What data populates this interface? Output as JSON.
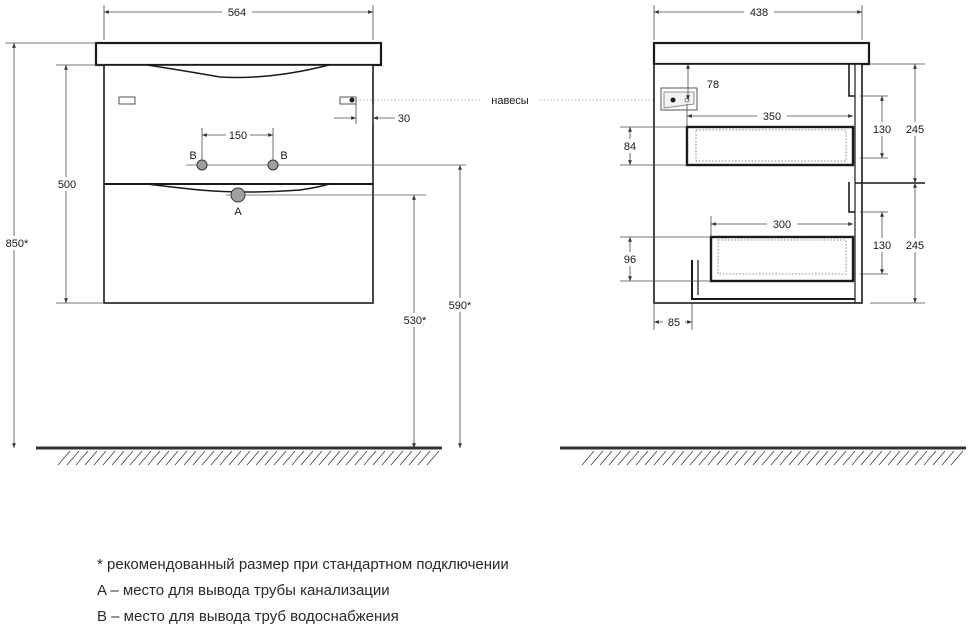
{
  "front_view": {
    "dim_width": "564",
    "dim_total_height": "850*",
    "dim_body_height": "500",
    "dim_pipe_spacing": "150",
    "dim_hanger_offset": "30",
    "dim_outlet_height": "530*",
    "dim_supply_height": "590*",
    "label_outlet": "A",
    "label_supply_left": "B",
    "label_supply_right": "B"
  },
  "side_view": {
    "dim_depth": "438",
    "dim_hanger_drop": "78",
    "dim_upper_drawer_depth": "350",
    "dim_upper_drawer_height": "84",
    "dim_upper_box_height": "130",
    "dim_upper_section": "245",
    "dim_lower_drawer_depth": "300",
    "dim_lower_drawer_height": "96",
    "dim_lower_box_height": "130",
    "dim_lower_section": "245",
    "dim_bottom_offset": "85"
  },
  "hangers_label": "навесы",
  "colors": {
    "line": "#1a1a1a",
    "dim": "#4a4a4a",
    "leader": "#9a9a9a",
    "fill": "#ffffff"
  },
  "legend": {
    "note": "* рекомендованный размер при стандартном подключении",
    "a_line": "A – место для вывода трубы канализации",
    "b_line": "B – место для вывода труб водоснабжения"
  }
}
